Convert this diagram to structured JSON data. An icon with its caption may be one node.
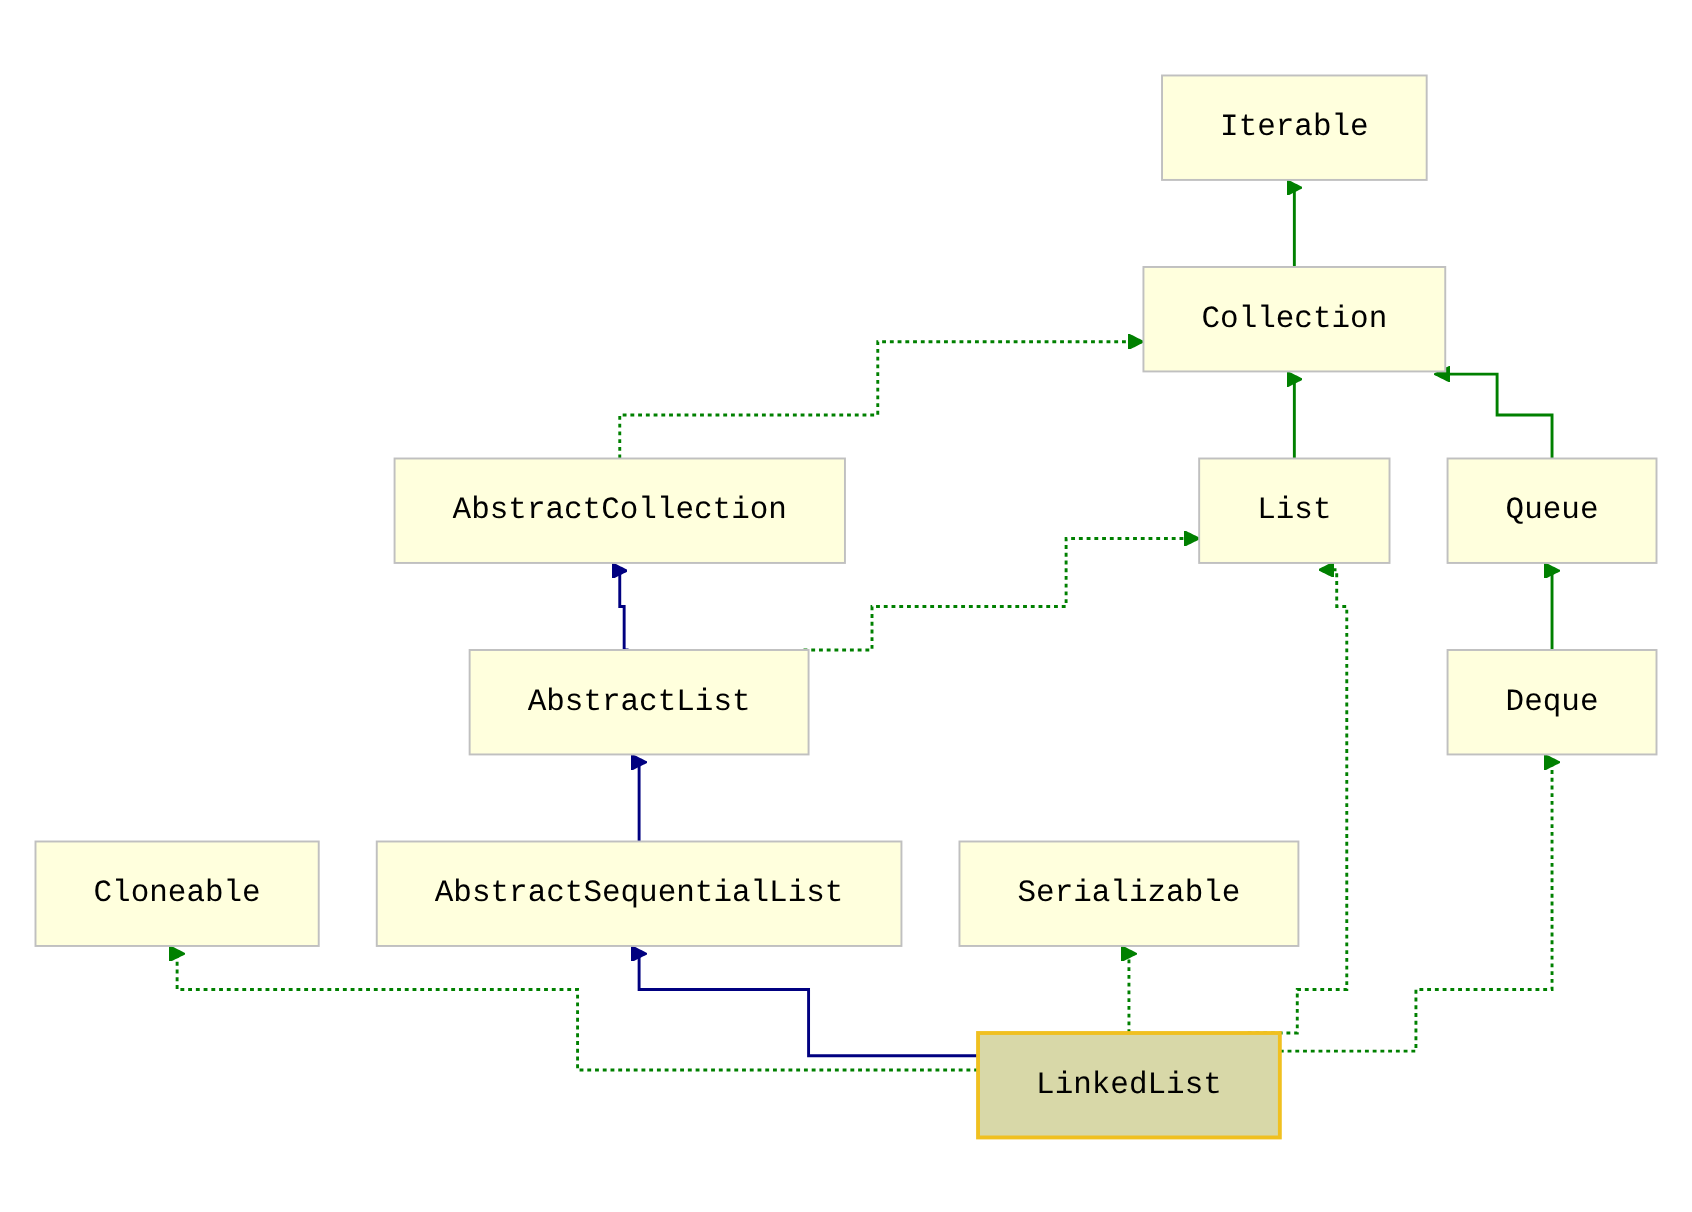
{
  "diagram": {
    "nodes": [
      {
        "text": [
          "Iterable"
        ]
      },
      {
        "text": [
          "Collection"
        ]
      },
      {
        "text": [
          "AbstractCollection"
        ]
      },
      {
        "text": [
          "List"
        ]
      },
      {
        "text": [
          "Queue"
        ]
      },
      {
        "text": [
          "AbstractList"
        ]
      },
      {
        "text": [
          "Deque"
        ]
      },
      {
        "text": [
          "Cloneable"
        ]
      },
      {
        "text": [
          "AbstractSequentialList"
        ]
      },
      {
        "text": [
          "Serializable"
        ]
      },
      {
        "text": [
          "LinkedList"
        ]
      }
    ],
    "edges": [
      {
        "from": 1,
        "to": 0,
        "arrow": "to"
      },
      {
        "from": 2,
        "to": 1,
        "arrow": "to",
        "style": "dashed"
      },
      {
        "from": 3,
        "to": 1,
        "arrow": "to"
      },
      {
        "from": 4,
        "to": 1,
        "arrow": "to"
      },
      {
        "from": 5,
        "to": 2,
        "arrow": "to",
        "color": "#000080"
      },
      {
        "from": 5,
        "to": 3,
        "arrow": "to",
        "style": "dashed"
      },
      {
        "from": 6,
        "to": 4,
        "arrow": "to"
      },
      {
        "from": 8,
        "to": 5,
        "arrow": "to",
        "color": "#000080"
      },
      {
        "from": 10,
        "to": 7,
        "arrow": "to",
        "style": "dashed"
      },
      {
        "from": 10,
        "to": 8,
        "arrow": "to",
        "color": "#000080"
      },
      {
        "from": 10,
        "to": 9,
        "arrow": "to",
        "style": "dashed"
      },
      {
        "from": 10,
        "to": 3,
        "arrow": "to",
        "style": "dashed"
      },
      {
        "from": 10,
        "to": 6,
        "arrow": "to",
        "style": "dashed"
      }
    ]
  }
}
